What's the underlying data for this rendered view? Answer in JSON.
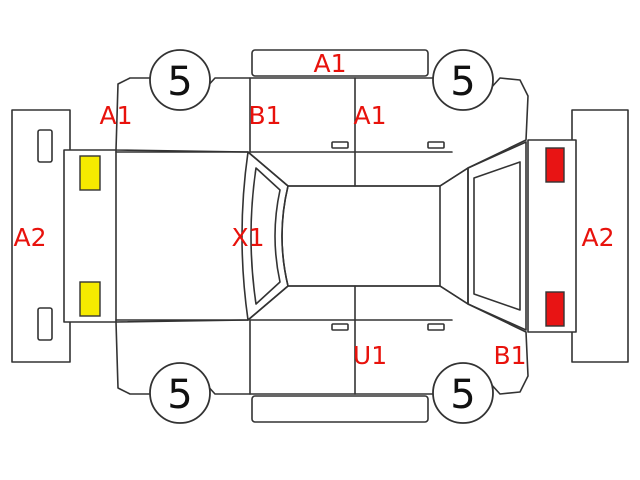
{
  "colors": {
    "damage_mark": "#e8120c",
    "front_lamp": "#f5ea00",
    "rear_lamp": "#e81414",
    "outline": "#333333"
  },
  "tires": {
    "top_left": "5",
    "top_right": "5",
    "bottom_left": "5",
    "bottom_right": "5"
  },
  "marks": {
    "top_panel": "A1",
    "left_top_fender": "A1",
    "top_left_door": "B1",
    "top_right_door": "A1",
    "front_bumper": "A2",
    "roof_left": "X1",
    "rear_bumper": "A2",
    "bottom_door": "U1",
    "right_bottom_fender": "B1"
  }
}
